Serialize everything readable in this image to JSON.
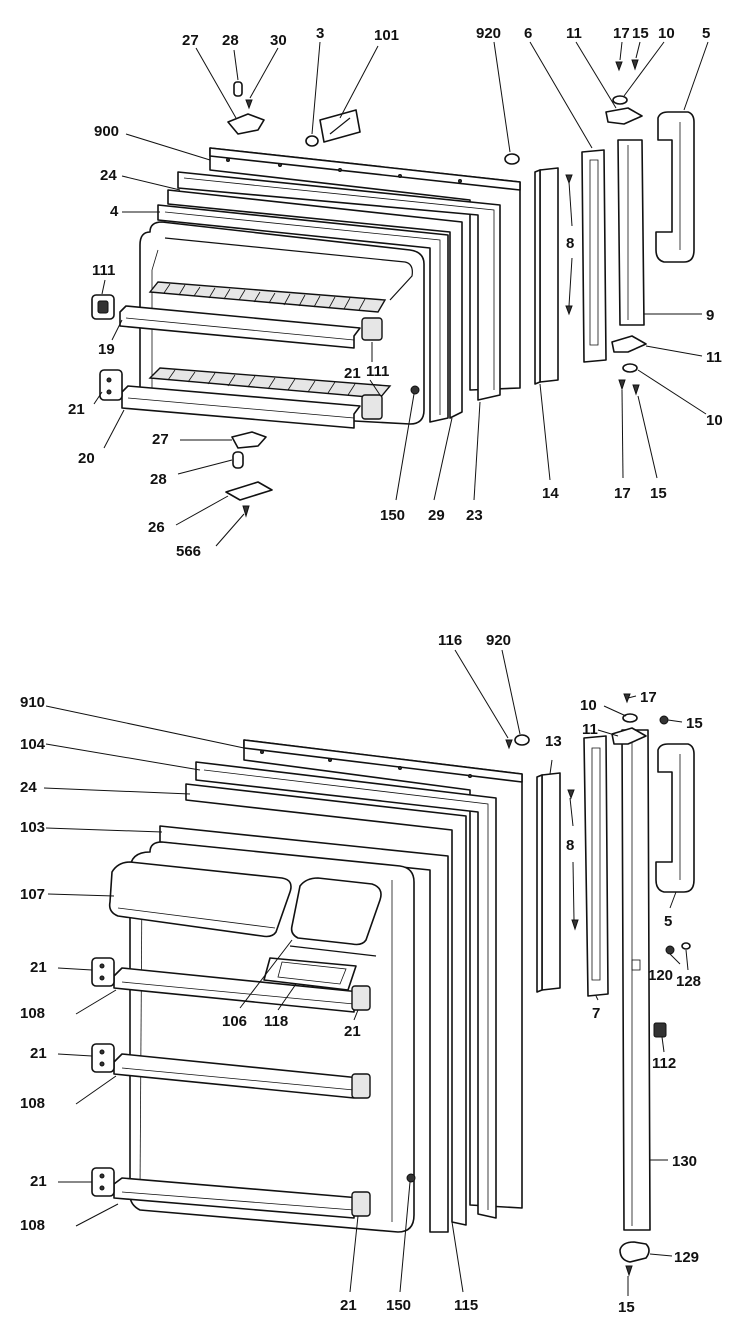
{
  "upper_assembly": {
    "labels": [
      "27",
      "28",
      "30",
      "3",
      "101",
      "920",
      "6",
      "11",
      "17",
      "15",
      "10",
      "5",
      "900",
      "24",
      "4",
      "111",
      "19",
      "21",
      "111",
      "21",
      "150",
      "29",
      "23",
      "14",
      "17",
      "15",
      "9",
      "11",
      "10",
      "27",
      "28",
      "26",
      "566",
      "20",
      "8"
    ]
  },
  "lower_assembly": {
    "labels": [
      "116",
      "920",
      "910",
      "104",
      "24",
      "103",
      "107",
      "13",
      "10",
      "17",
      "11",
      "15",
      "8",
      "5",
      "120",
      "128",
      "21",
      "108",
      "106",
      "118",
      "21",
      "112",
      "21",
      "108",
      "7",
      "130",
      "21",
      "108",
      "21",
      "150",
      "115",
      "129",
      "15"
    ]
  },
  "colors": {
    "ink": "#111111",
    "paper": "#ffffff",
    "shade": "#e6e6e6"
  }
}
